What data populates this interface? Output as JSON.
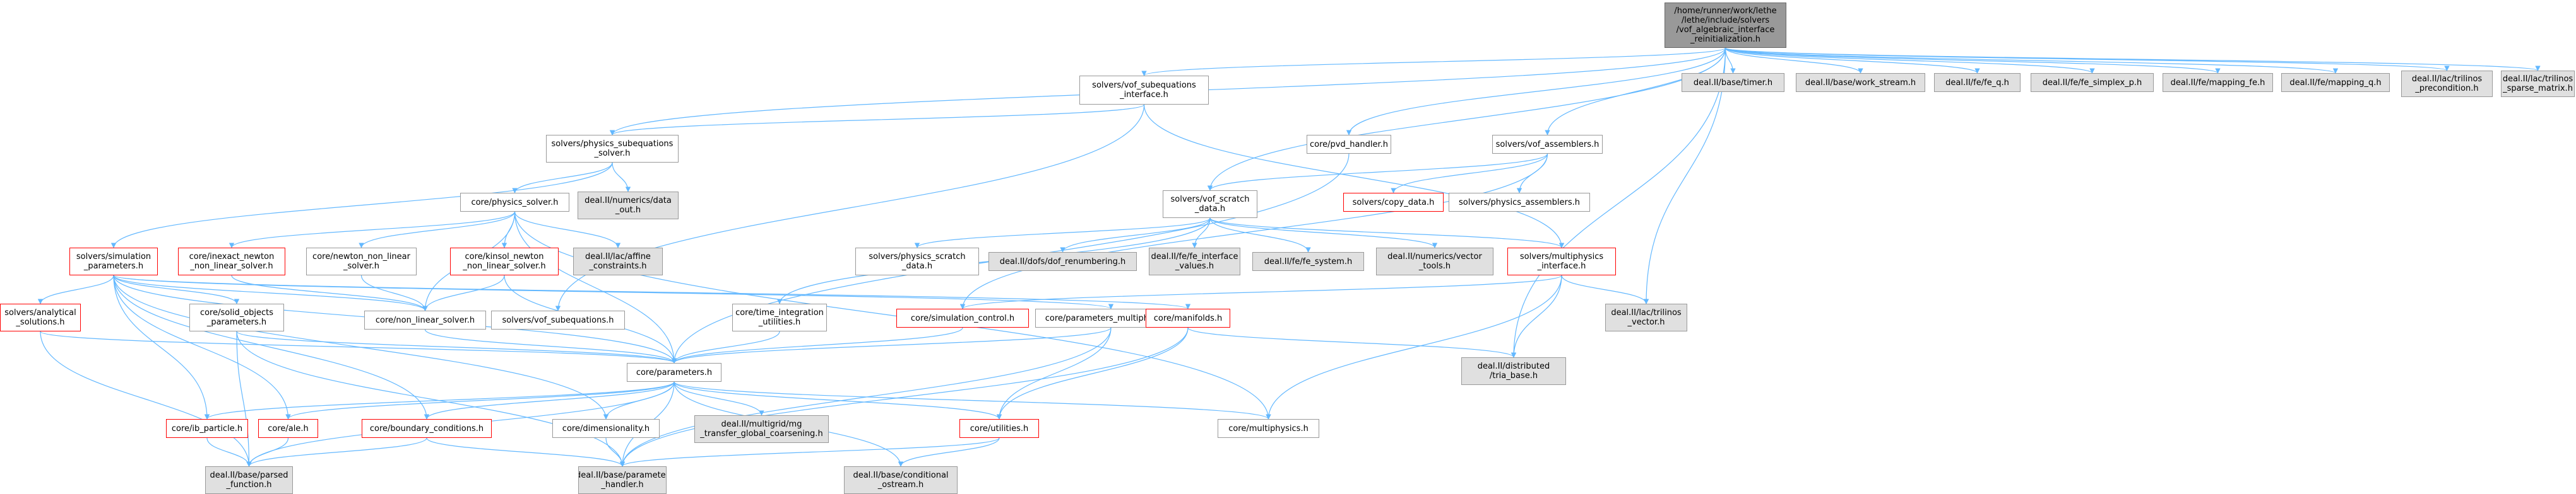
{
  "diagram": {
    "nodes": [
      {
        "id": "root",
        "label": "/home/runner/work/lethe\n/lethe/include/solvers\n/vof_algebraic_interface\n_reinitialization.h",
        "style": "root"
      },
      {
        "id": "vof_subeq_iface",
        "label": "solvers/vof_subequations\n_interface.h",
        "style": "plain"
      },
      {
        "id": "phys_subeq",
        "label": "solvers/physics_subequations\n_solver.h",
        "style": "plain"
      },
      {
        "id": "pvd",
        "label": "core/pvd_handler.h",
        "style": "plain"
      },
      {
        "id": "vof_assemblers",
        "label": "solvers/vof_assemblers.h",
        "style": "plain"
      },
      {
        "id": "timer",
        "label": "deal.II/base/timer.h",
        "style": "ext"
      },
      {
        "id": "work_stream",
        "label": "deal.II/base/work_stream.h",
        "style": "ext"
      },
      {
        "id": "fe_q",
        "label": "deal.II/fe/fe_q.h",
        "style": "ext"
      },
      {
        "id": "fe_simplex",
        "label": "deal.II/fe/fe_simplex_p.h",
        "style": "ext"
      },
      {
        "id": "mapping_fe",
        "label": "deal.II/fe/mapping_fe.h",
        "style": "ext"
      },
      {
        "id": "mapping_q",
        "label": "deal.II/fe/mapping_q.h",
        "style": "ext"
      },
      {
        "id": "trilinos_precond",
        "label": "deal.II/lac/trilinos\n_precondition.h",
        "style": "ext"
      },
      {
        "id": "trilinos_sparse",
        "label": "deal.II/lac/trilinos\n_sparse_matrix.h",
        "style": "ext"
      },
      {
        "id": "physics_solver",
        "label": "core/physics_solver.h",
        "style": "plain"
      },
      {
        "id": "data_out",
        "label": "deal.II/numerics/data\n_out.h",
        "style": "ext"
      },
      {
        "id": "copy_data",
        "label": "solvers/copy_data.h",
        "style": "red"
      },
      {
        "id": "physics_assemblers",
        "label": "solvers/physics_assemblers.h",
        "style": "plain"
      },
      {
        "id": "vof_scratch",
        "label": "solvers/vof_scratch\n_data.h",
        "style": "plain"
      },
      {
        "id": "sim_params",
        "label": "solvers/simulation\n_parameters.h",
        "style": "red"
      },
      {
        "id": "inexact_newton",
        "label": "core/inexact_newton\n_non_linear_solver.h",
        "style": "red"
      },
      {
        "id": "newton_nl",
        "label": "core/newton_non_linear\n_solver.h",
        "style": "plain"
      },
      {
        "id": "kinsol",
        "label": "core/kinsol_newton\n_non_linear_solver.h",
        "style": "red"
      },
      {
        "id": "affine",
        "label": "deal.II/lac/affine\n_constraints.h",
        "style": "ext"
      },
      {
        "id": "phys_scratch",
        "label": "solvers/physics_scratch\n_data.h",
        "style": "plain"
      },
      {
        "id": "dof_renum",
        "label": "deal.II/dofs/dof_renumbering.h",
        "style": "ext"
      },
      {
        "id": "fe_iface_values",
        "label": "deal.II/fe/fe_interface\n_values.h",
        "style": "ext"
      },
      {
        "id": "fe_system",
        "label": "deal.II/fe/fe_system.h",
        "style": "ext"
      },
      {
        "id": "vector_tools",
        "label": "deal.II/numerics/vector\n_tools.h",
        "style": "ext"
      },
      {
        "id": "multiphysics_iface",
        "label": "solvers/multiphysics\n_interface.h",
        "style": "red"
      },
      {
        "id": "analytical",
        "label": "solvers/analytical\n_solutions.h",
        "style": "red"
      },
      {
        "id": "solid_objects",
        "label": "core/solid_objects\n_parameters.h",
        "style": "plain"
      },
      {
        "id": "non_linear_solver",
        "label": "core/non_linear_solver.h",
        "style": "plain"
      },
      {
        "id": "vof_subequations",
        "label": "solvers/vof_subequations.h",
        "style": "plain"
      },
      {
        "id": "time_integration",
        "label": "core/time_integration\n_utilities.h",
        "style": "plain"
      },
      {
        "id": "sim_control",
        "label": "core/simulation_control.h",
        "style": "red"
      },
      {
        "id": "params_multiphysics",
        "label": "core/parameters_multiphysics.h",
        "style": "plain"
      },
      {
        "id": "manifolds",
        "label": "core/manifolds.h",
        "style": "red"
      },
      {
        "id": "trilinos_vector",
        "label": "deal.II/lac/trilinos\n_vector.h",
        "style": "ext"
      },
      {
        "id": "parameters",
        "label": "core/parameters.h",
        "style": "plain"
      },
      {
        "id": "tria_base",
        "label": "deal.II/distributed\n/tria_base.h",
        "style": "ext"
      },
      {
        "id": "ib_particle",
        "label": "core/ib_particle.h",
        "style": "red"
      },
      {
        "id": "ale",
        "label": "core/ale.h",
        "style": "red"
      },
      {
        "id": "boundary_conditions",
        "label": "core/boundary_conditions.h",
        "style": "red"
      },
      {
        "id": "dimensionality",
        "label": "core/dimensionality.h",
        "style": "plain"
      },
      {
        "id": "mg_transfer",
        "label": "deal.II/multigrid/mg\n_transfer_global_coarsening.h",
        "style": "ext"
      },
      {
        "id": "utilities",
        "label": "core/utilities.h",
        "style": "red"
      },
      {
        "id": "multiphysics",
        "label": "core/multiphysics.h",
        "style": "plain"
      },
      {
        "id": "parsed_function",
        "label": "deal.II/base/parsed\n_function.h",
        "style": "ext"
      },
      {
        "id": "parameter_handler",
        "label": "deal.II/base/parameter\n_handler.h",
        "style": "ext"
      },
      {
        "id": "conditional_ostream",
        "label": "deal.II/base/conditional\n_ostream.h",
        "style": "ext"
      }
    ],
    "edges": [
      [
        "root",
        "vof_subeq_iface"
      ],
      [
        "root",
        "phys_subeq"
      ],
      [
        "root",
        "pvd"
      ],
      [
        "root",
        "vof_assemblers"
      ],
      [
        "root",
        "timer"
      ],
      [
        "root",
        "work_stream"
      ],
      [
        "root",
        "fe_q"
      ],
      [
        "root",
        "fe_simplex"
      ],
      [
        "root",
        "mapping_fe"
      ],
      [
        "root",
        "mapping_q"
      ],
      [
        "root",
        "trilinos_precond"
      ],
      [
        "root",
        "trilinos_sparse"
      ],
      [
        "root",
        "vof_scratch"
      ],
      [
        "root",
        "trilinos_vector"
      ],
      [
        "root",
        "tria_base"
      ],
      [
        "vof_subeq_iface",
        "phys_subeq"
      ],
      [
        "vof_subeq_iface",
        "vof_subequations"
      ],
      [
        "vof_subeq_iface",
        "multiphysics_iface"
      ],
      [
        "phys_subeq",
        "physics_solver"
      ],
      [
        "phys_subeq",
        "data_out"
      ],
      [
        "phys_subeq",
        "sim_params"
      ],
      [
        "pvd",
        "parameters"
      ],
      [
        "vof_assemblers",
        "copy_data"
      ],
      [
        "vof_assemblers",
        "physics_assemblers"
      ],
      [
        "vof_assemblers",
        "vof_scratch"
      ],
      [
        "vof_assemblers",
        "sim_control"
      ],
      [
        "physics_solver",
        "inexact_newton"
      ],
      [
        "physics_solver",
        "newton_nl"
      ],
      [
        "physics_solver",
        "kinsol"
      ],
      [
        "physics_solver",
        "affine"
      ],
      [
        "physics_solver",
        "non_linear_solver"
      ],
      [
        "physics_solver",
        "parameters"
      ],
      [
        "physics_solver",
        "multiphysics"
      ],
      [
        "vof_scratch",
        "phys_scratch"
      ],
      [
        "vof_scratch",
        "dof_renum"
      ],
      [
        "vof_scratch",
        "fe_iface_values"
      ],
      [
        "vof_scratch",
        "fe_system"
      ],
      [
        "vof_scratch",
        "vector_tools"
      ],
      [
        "vof_scratch",
        "multiphysics_iface"
      ],
      [
        "vof_scratch",
        "time_integration"
      ],
      [
        "sim_params",
        "analytical"
      ],
      [
        "sim_params",
        "solid_objects"
      ],
      [
        "sim_params",
        "parameters"
      ],
      [
        "sim_params",
        "non_linear_solver"
      ],
      [
        "sim_params",
        "ib_particle"
      ],
      [
        "sim_params",
        "ale"
      ],
      [
        "sim_params",
        "boundary_conditions"
      ],
      [
        "sim_params",
        "dimensionality"
      ],
      [
        "sim_params",
        "params_multiphysics"
      ],
      [
        "sim_params",
        "manifolds"
      ],
      [
        "inexact_newton",
        "non_linear_solver"
      ],
      [
        "newton_nl",
        "non_linear_solver"
      ],
      [
        "kinsol",
        "non_linear_solver"
      ],
      [
        "kinsol",
        "parameters"
      ],
      [
        "multiphysics_iface",
        "trilinos_vector"
      ],
      [
        "multiphysics_iface",
        "tria_base"
      ],
      [
        "multiphysics_iface",
        "multiphysics"
      ],
      [
        "multiphysics_iface",
        "sim_control"
      ],
      [
        "analytical",
        "parameters"
      ],
      [
        "analytical",
        "parsed_function"
      ],
      [
        "solid_objects",
        "parameters"
      ],
      [
        "solid_objects",
        "parsed_function"
      ],
      [
        "solid_objects",
        "parameter_handler"
      ],
      [
        "non_linear_solver",
        "parameters"
      ],
      [
        "time_integration",
        "parameters"
      ],
      [
        "sim_control",
        "parameters"
      ],
      [
        "params_multiphysics",
        "parameters"
      ],
      [
        "params_multiphysics",
        "utilities"
      ],
      [
        "params_multiphysics",
        "parameter_handler"
      ],
      [
        "manifolds",
        "utilities"
      ],
      [
        "manifolds",
        "tria_base"
      ],
      [
        "manifolds",
        "parameter_handler"
      ],
      [
        "parameters",
        "ib_particle"
      ],
      [
        "parameters",
        "ale"
      ],
      [
        "parameters",
        "boundary_conditions"
      ],
      [
        "parameters",
        "dimensionality"
      ],
      [
        "parameters",
        "mg_transfer"
      ],
      [
        "parameters",
        "utilities"
      ],
      [
        "parameters",
        "multiphysics"
      ],
      [
        "parameters",
        "parsed_function"
      ],
      [
        "parameters",
        "parameter_handler"
      ],
      [
        "parameters",
        "conditional_ostream"
      ],
      [
        "ib_particle",
        "parsed_function"
      ],
      [
        "ale",
        "parsed_function"
      ],
      [
        "boundary_conditions",
        "parsed_function"
      ],
      [
        "boundary_conditions",
        "parameter_handler"
      ],
      [
        "dimensionality",
        "parameter_handler"
      ],
      [
        "utilities",
        "parameter_handler"
      ],
      [
        "utilities",
        "conditional_ostream"
      ]
    ]
  }
}
